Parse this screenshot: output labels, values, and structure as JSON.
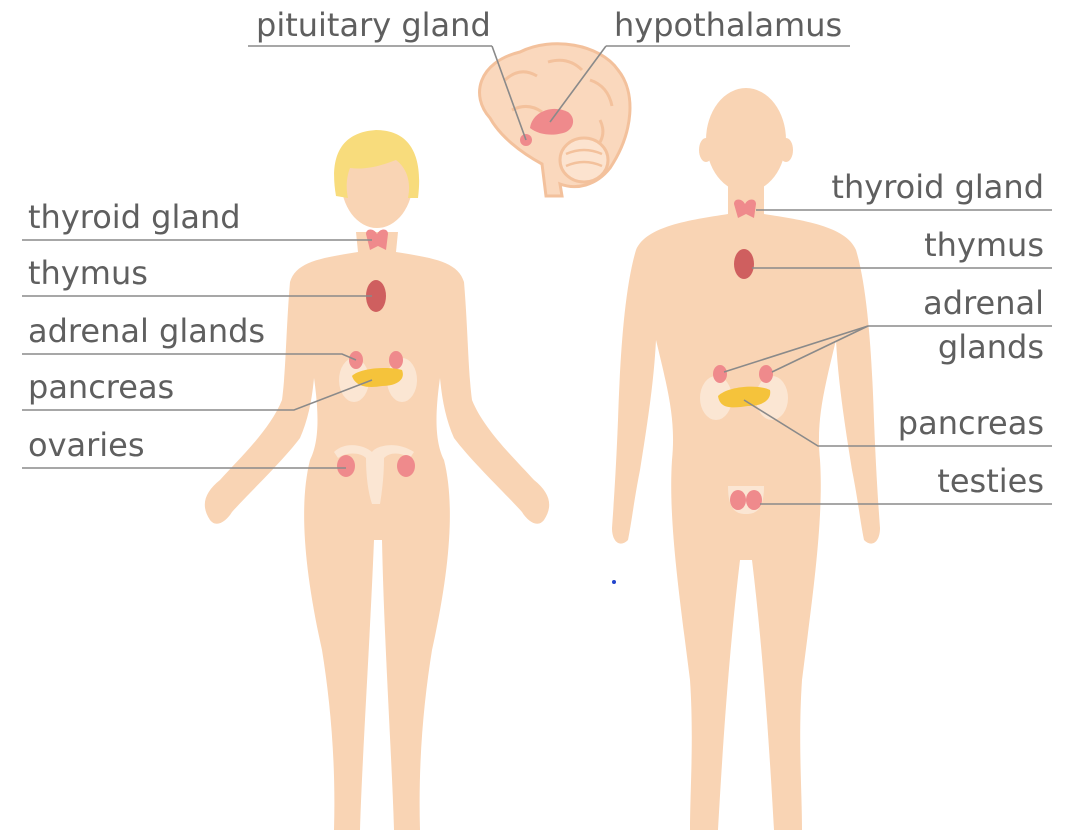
{
  "labels": {
    "pituitary_gland": "pituitary gland",
    "hypothalamus": "hypothalamus",
    "female_thyroid_gland": "thyroid gland",
    "female_thymus": "thymus",
    "female_adrenal_glands": "adrenal glands",
    "female_pancreas": "pancreas",
    "female_ovaries": "ovaries",
    "male_thyroid_gland": "thyroid gland",
    "male_thymus": "thymus",
    "male_adrenal_glands_line1": "adrenal",
    "male_adrenal_glands_line2": "glands",
    "male_pancreas": "pancreas",
    "male_testies": "testies"
  },
  "colors": {
    "skin": "#f9d4b4",
    "skin_outline": "#f1be9a",
    "hair": "#f8dc7c",
    "gland_pink": "#ef8a8c",
    "thymus_red": "#cf5f5f",
    "pancreas_yellow": "#f5c33b",
    "kidney_light": "#fbe6d3",
    "brain": "#fad8bd",
    "label_text": "#5f5f5f",
    "leader_line": "#8a8a8a"
  }
}
